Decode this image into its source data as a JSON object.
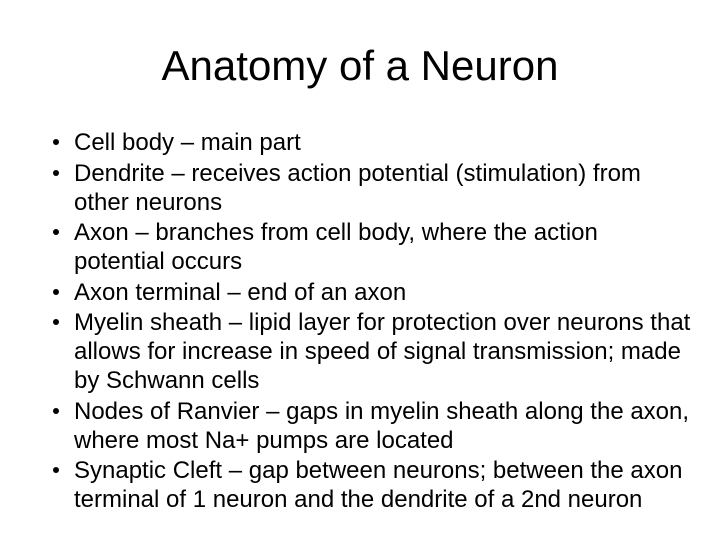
{
  "page": {
    "background_color": "#ffffff",
    "text_color": "#000000"
  },
  "slide": {
    "title": "Anatomy of a Neuron",
    "bullets": [
      {
        "lines": [
          "Cell body – main part"
        ]
      },
      {
        "lines": [
          "Dendrite – receives action potential (stimulation) from",
          "other neurons"
        ]
      },
      {
        "lines": [
          "Axon – branches from cell body, where the action",
          "potential occurs"
        ]
      },
      {
        "lines": [
          "Axon terminal – end of an axon"
        ]
      },
      {
        "lines": [
          "Myelin sheath – lipid layer for protection over neurons that",
          "allows for increase in speed of signal transmission; made",
          "by Schwann cells"
        ]
      },
      {
        "lines": [
          "Nodes of Ranvier – gaps in myelin sheath along the axon,",
          "where most Na+ pumps are located"
        ]
      },
      {
        "lines": [
          "Synaptic Cleft – gap between neurons; between the axon",
          "terminal of 1 neuron and the dendrite of a 2nd neuron"
        ]
      }
    ]
  }
}
